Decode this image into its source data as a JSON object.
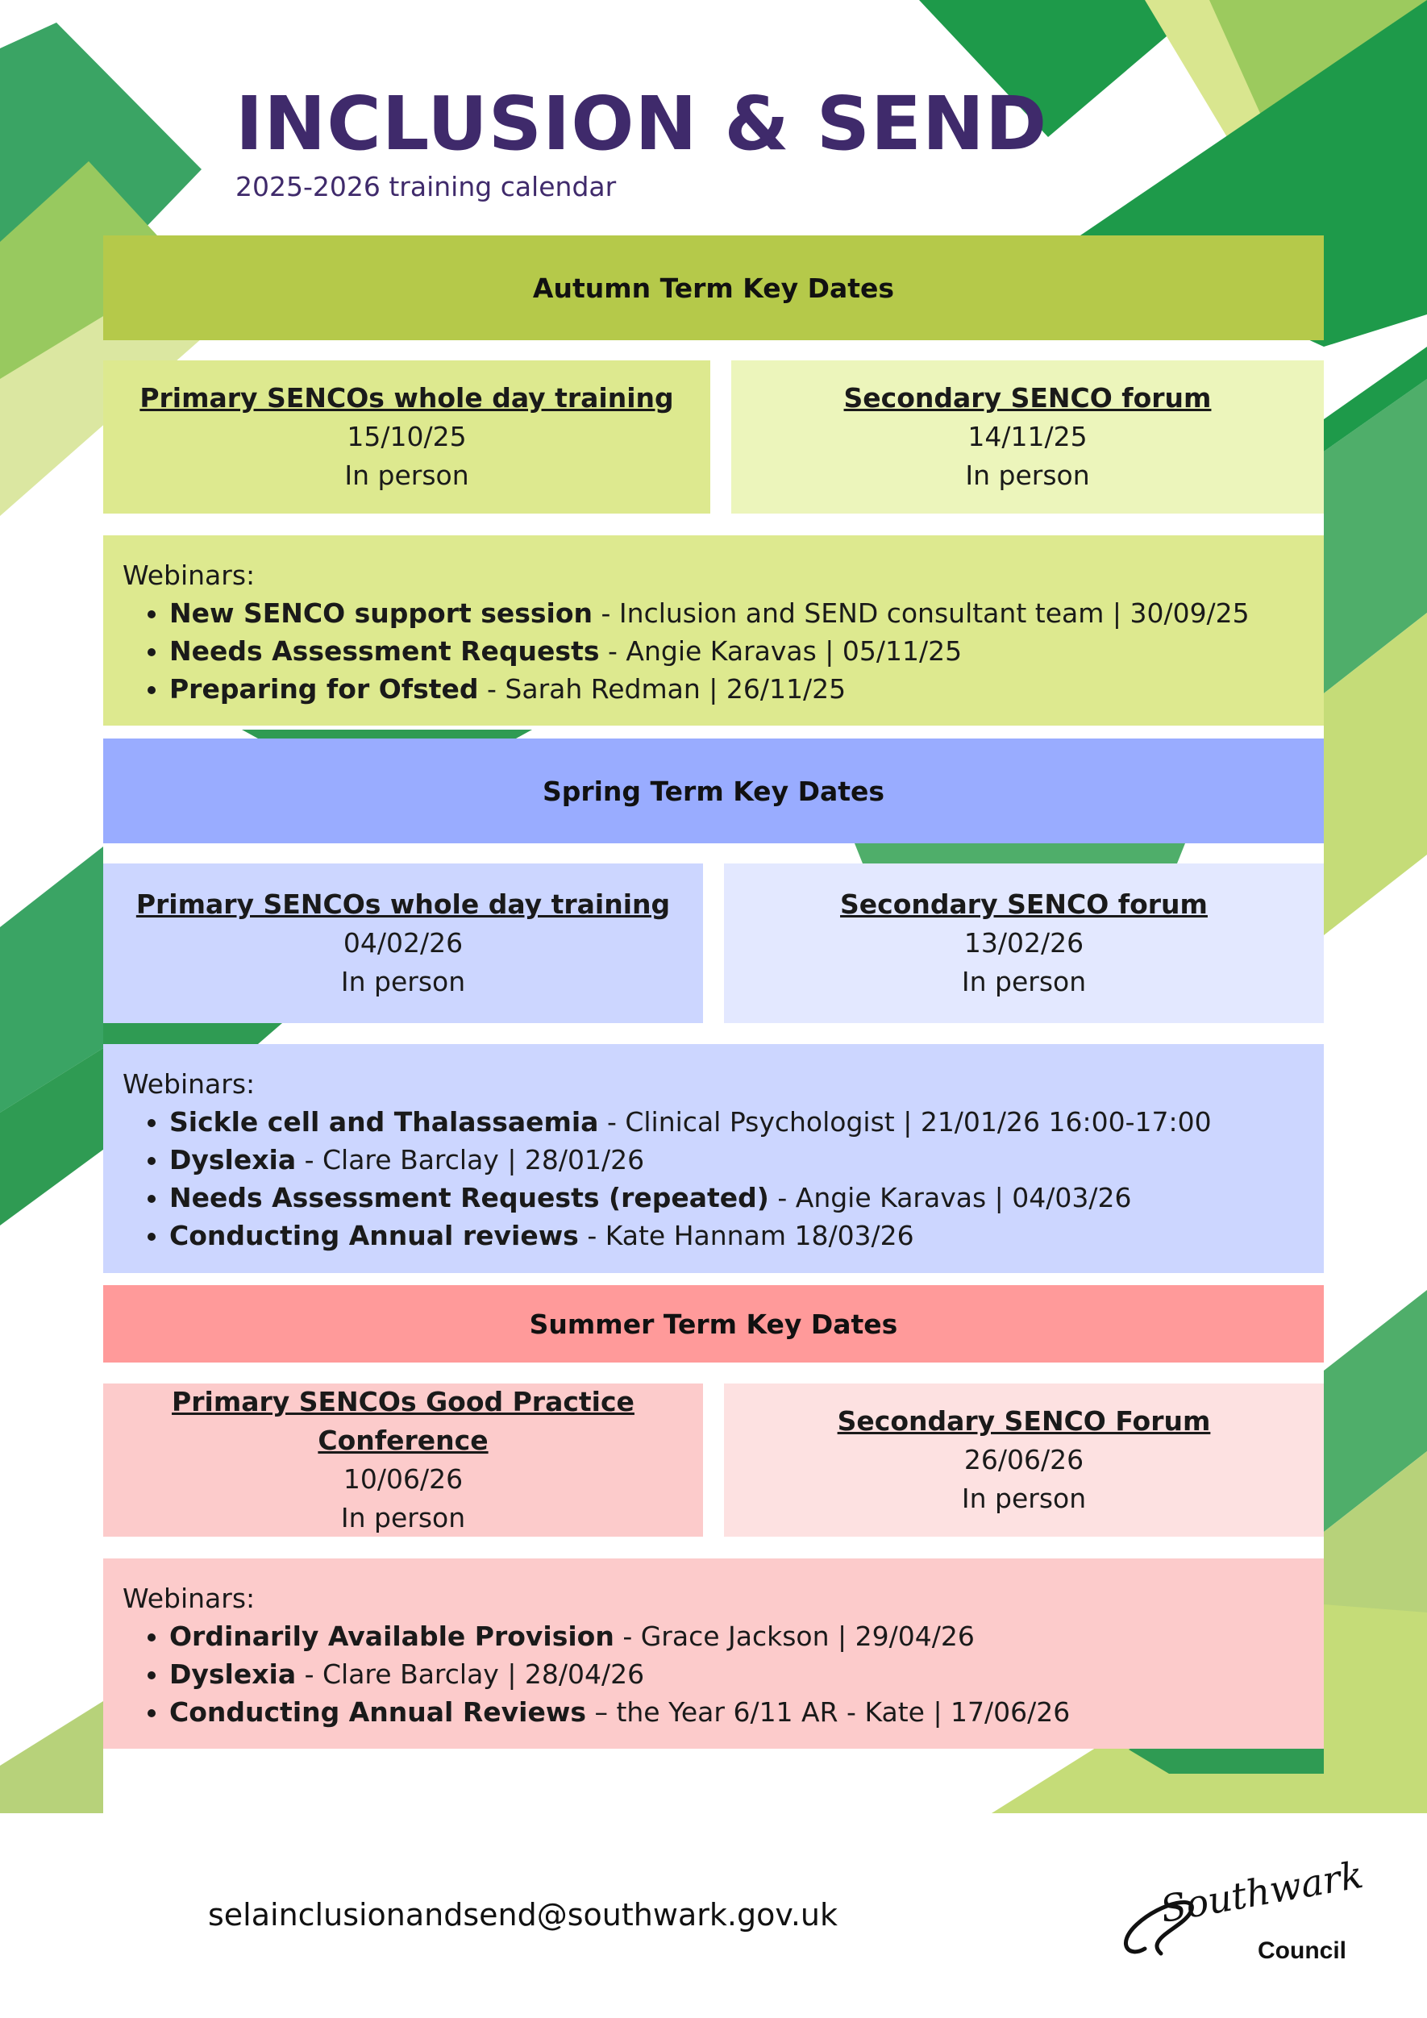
{
  "header": {
    "title": "INCLUSION & SEND",
    "subtitle": "2025-2026 training calendar"
  },
  "terms": {
    "autumn": {
      "heading": "Autumn Term Key Dates",
      "events": [
        {
          "title": "Primary SENCOs whole day training",
          "date": "15/10/25",
          "mode": "In person"
        },
        {
          "title": "Secondary SENCO forum",
          "date": "14/11/25",
          "mode": "In person"
        }
      ],
      "webinars_label": "Webinars:",
      "webinars": [
        {
          "name": "New SENCO support session",
          "detail": " - Inclusion and SEND consultant team | 30/09/25"
        },
        {
          "name": "Needs Assessment Requests",
          "detail": " - Angie Karavas | 05/11/25"
        },
        {
          "name": "Preparing for Ofsted",
          "detail": " - Sarah Redman | 26/11/25"
        }
      ]
    },
    "spring": {
      "heading": "Spring Term Key Dates",
      "events": [
        {
          "title": "Primary SENCOs whole day training",
          "date": "04/02/26",
          "mode": "In person"
        },
        {
          "title": "Secondary SENCO forum",
          "date": "13/02/26",
          "mode": "In person"
        }
      ],
      "webinars_label": "Webinars:",
      "webinars": [
        {
          "name": "Sickle cell and Thalassaemia",
          "detail": " - Clinical Psychologist | 21/01/26 16:00-17:00"
        },
        {
          "name": "Dyslexia",
          "detail": " - Clare Barclay | 28/01/26"
        },
        {
          "name": "Needs Assessment Requests (repeated)",
          "detail": " - Angie Karavas | 04/03/26"
        },
        {
          "name": "Conducting Annual reviews",
          "detail": " - Kate Hannam 18/03/26"
        }
      ]
    },
    "summer": {
      "heading": "Summer Term Key Dates",
      "events": [
        {
          "title": "Primary SENCOs Good Practice Conference",
          "date": "10/06/26",
          "mode": "In person"
        },
        {
          "title": "Secondary SENCO Forum",
          "date": "26/06/26",
          "mode": "In person"
        }
      ],
      "webinars_label": "Webinars:",
      "webinars": [
        {
          "name": "Ordinarily Available Provision",
          "detail": " - Grace Jackson | 29/04/26"
        },
        {
          "name": "Dyslexia",
          "detail": " - Clare Barclay | 28/04/26"
        },
        {
          "name": "Conducting Annual Reviews",
          "detail": " – the Year 6/11 AR - Kate  | 17/06/26"
        }
      ]
    }
  },
  "footer": {
    "email": "selainclusionandsend@southwark.gov.uk",
    "logo_script": "Southwark",
    "logo_sub": "Council"
  },
  "colors": {
    "title_purple": "#3f2a6b",
    "autumn_band": "#b5c94a",
    "spring_band": "#99acff",
    "summer_band": "#ff9a9a",
    "decor_green_dark": "#1e9a4a",
    "decor_green_mid": "#4fae6a",
    "decor_green_light": "#9cca5e",
    "decor_lime_pale": "#d9e68f"
  }
}
